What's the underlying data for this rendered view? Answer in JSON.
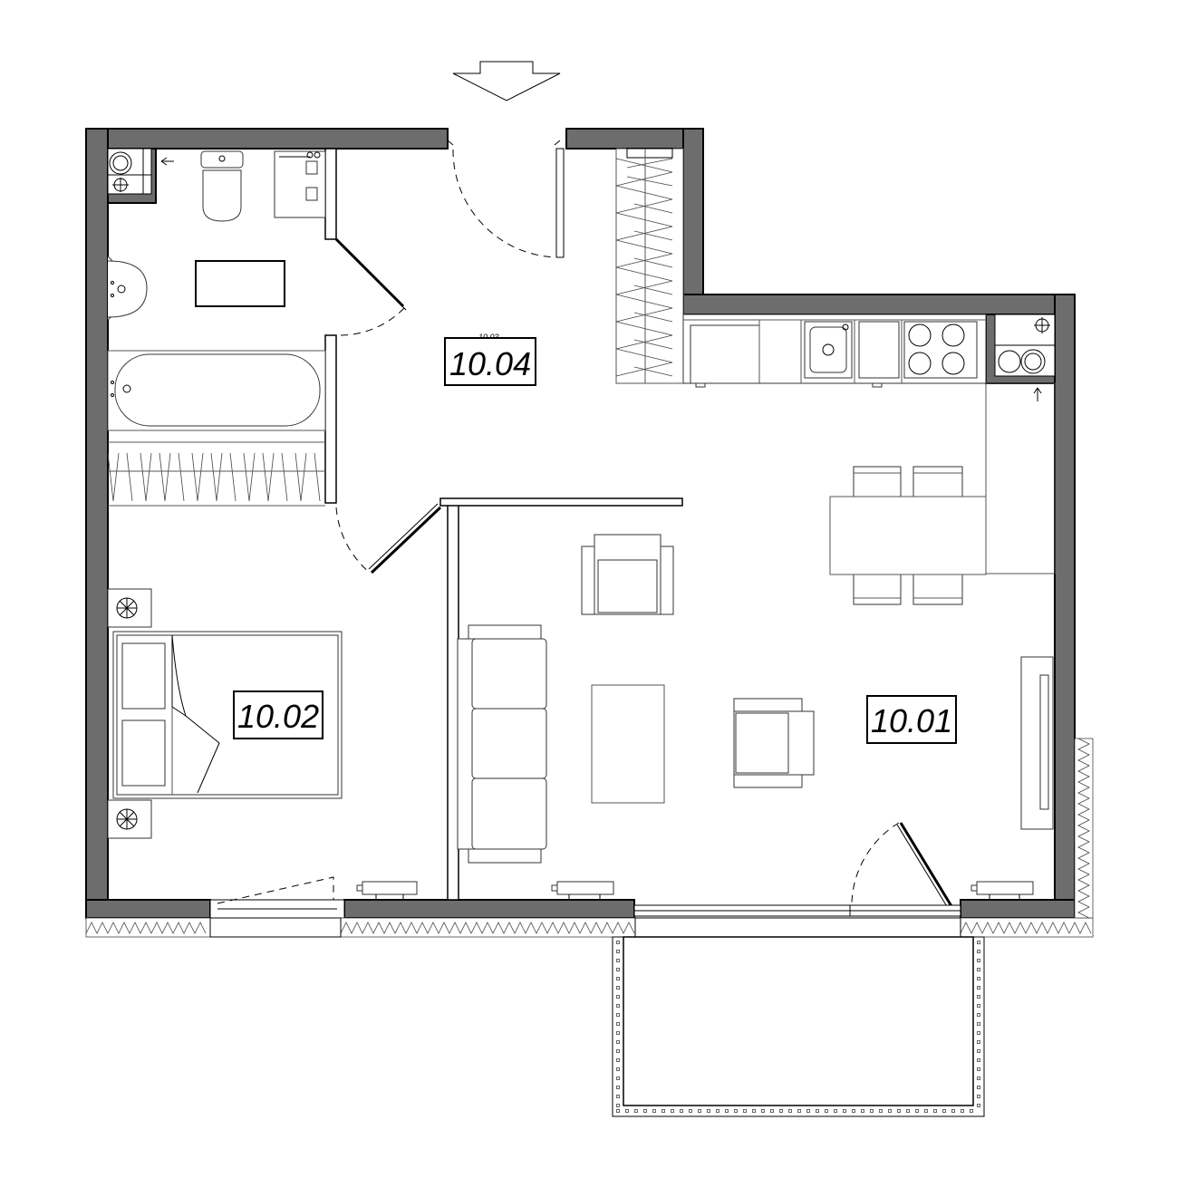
{
  "plan": {
    "rooms": [
      {
        "id": "living",
        "label": "10.01"
      },
      {
        "id": "bedroom",
        "label": "10.02"
      },
      {
        "id": "bathroom",
        "label": "10.03"
      },
      {
        "id": "hall",
        "label": "10.04"
      }
    ],
    "icons": {
      "entrance": "entrance-arrow-icon",
      "radiator": "radiator-icon",
      "vent": "ventilation-icon",
      "riser": "riser-shaft-icon"
    },
    "colors": {
      "wall": "#6d6d6d",
      "line": "#000000",
      "background": "#ffffff"
    }
  }
}
